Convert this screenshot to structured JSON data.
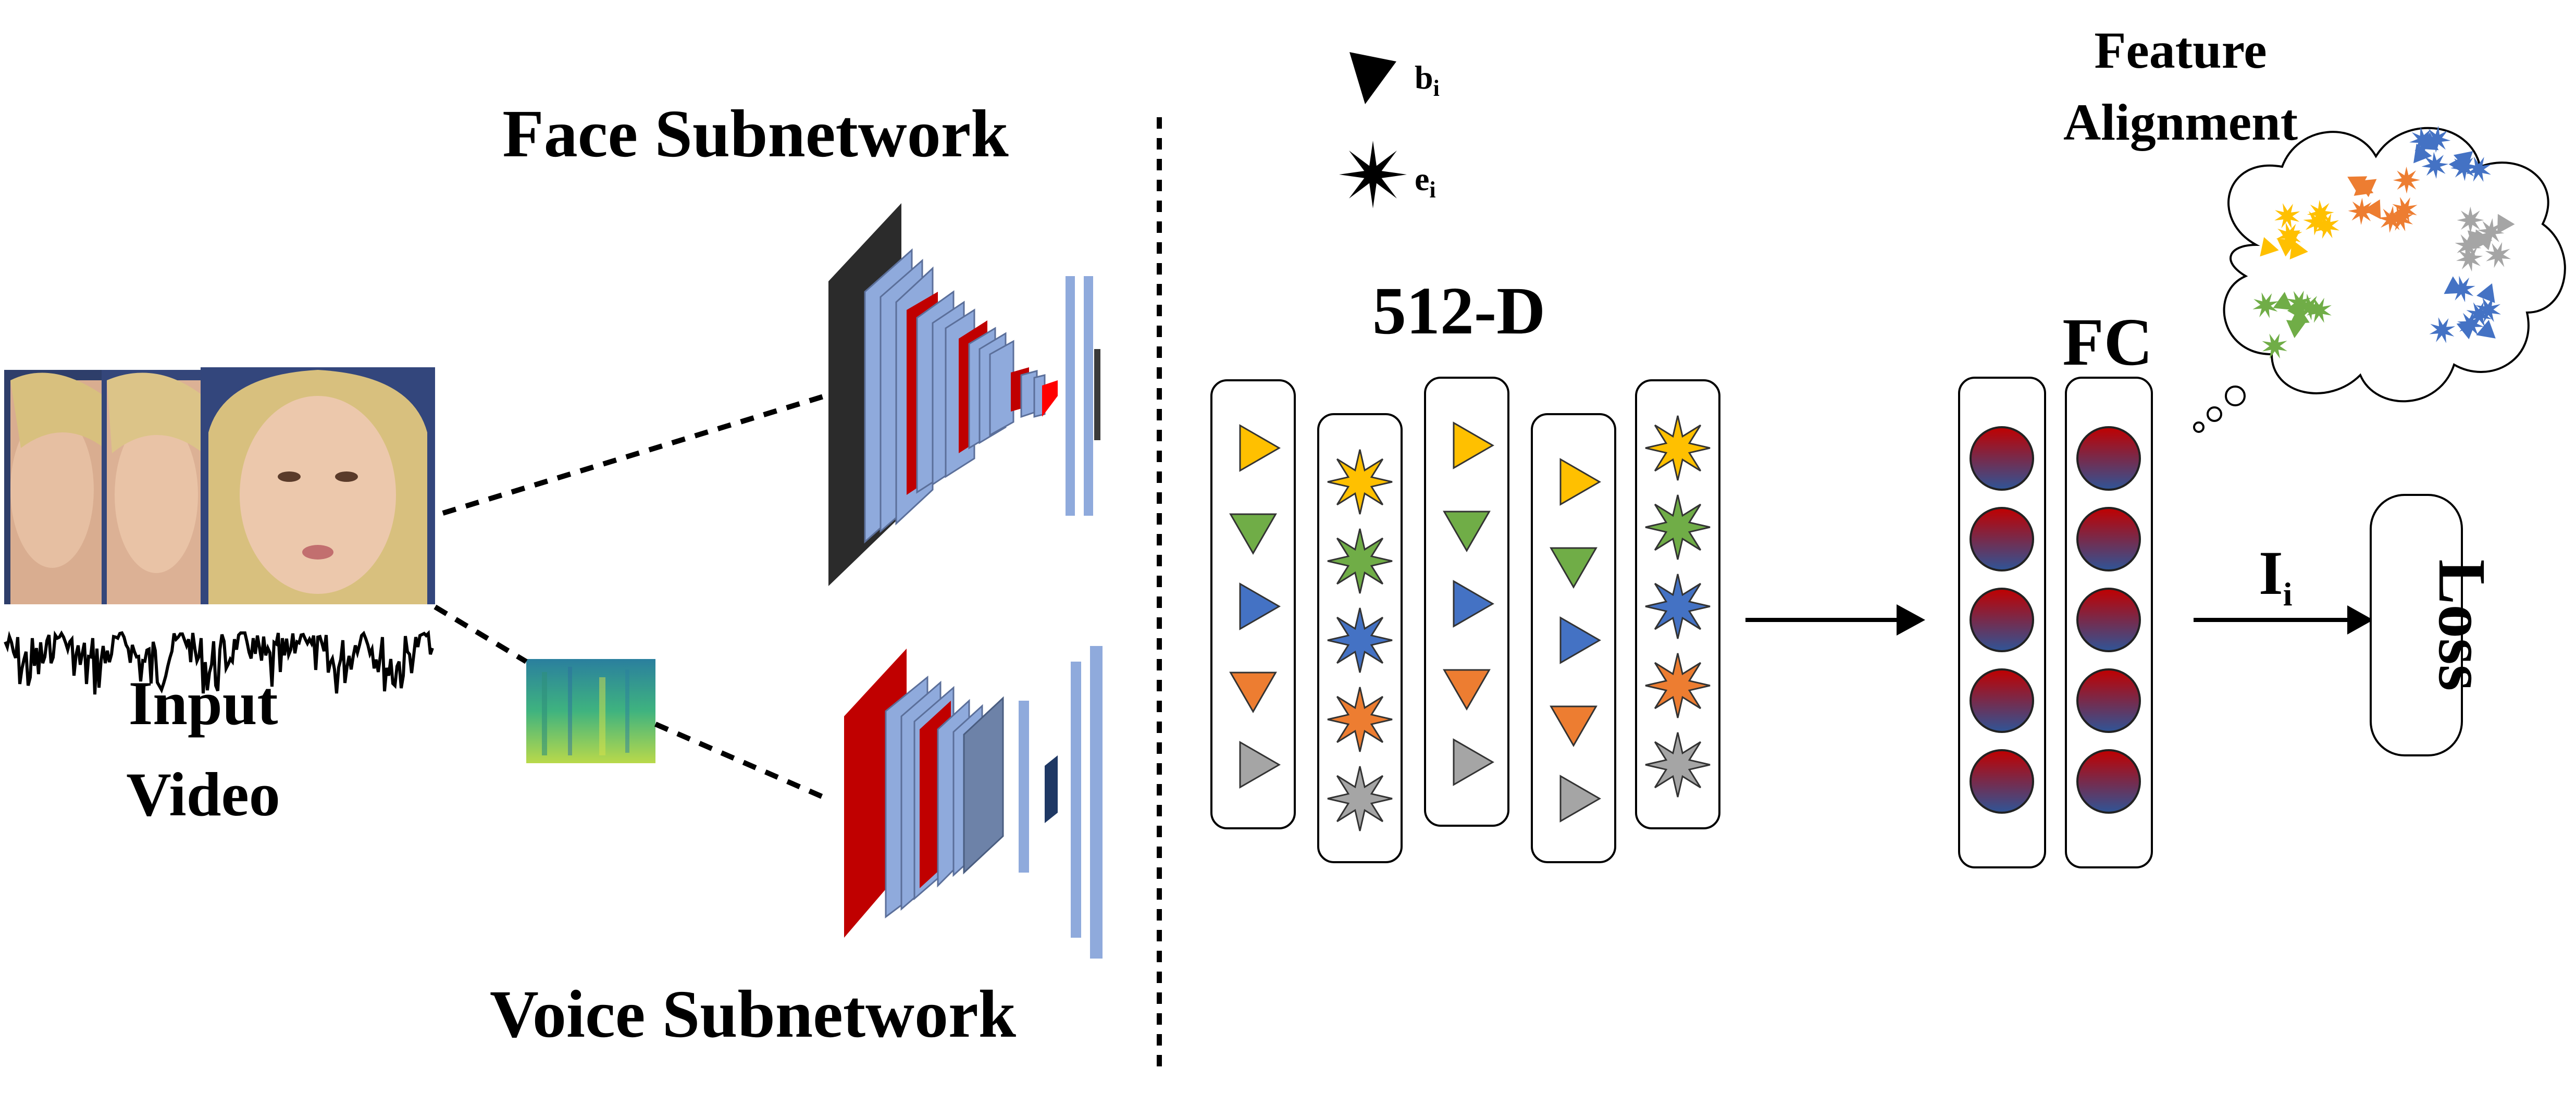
{
  "labels": {
    "face_subnetwork": "Face Subnetwork",
    "voice_subnetwork": "Voice Subnetwork",
    "input_video_line1": "Input",
    "input_video_line2": "Video",
    "dim_label": "512-D",
    "fc_label": "FC",
    "feature_alignment_line1": "Feature",
    "feature_alignment_line2": "Alignment",
    "loss": "Loss",
    "identity_main": "I",
    "identity_sub": "i",
    "legend_triangle_main": "b",
    "legend_triangle_sub": "i",
    "legend_star_main": "e",
    "legend_star_sub": "i"
  },
  "legend": [
    {
      "symbol": "triangle-icon",
      "meaning": "b_i"
    },
    {
      "symbol": "star-icon",
      "meaning": "e_i"
    }
  ],
  "embedding_columns": [
    {
      "type": "triangle"
    },
    {
      "type": "star"
    },
    {
      "type": "triangle"
    },
    {
      "type": "triangle"
    },
    {
      "type": "star"
    }
  ],
  "identity_colors": [
    "#FFC000",
    "#70AD47",
    "#4472C4",
    "#ED7D31",
    "#A5A5A5"
  ],
  "fc_columns": 2,
  "fc_nodes_per_column": 5,
  "colors": {
    "layer_dark": "#2b2b2b",
    "layer_blue": "#8faadc",
    "layer_red": "#c00000",
    "node_top": "#c00000",
    "node_bottom": "#2f5597"
  }
}
